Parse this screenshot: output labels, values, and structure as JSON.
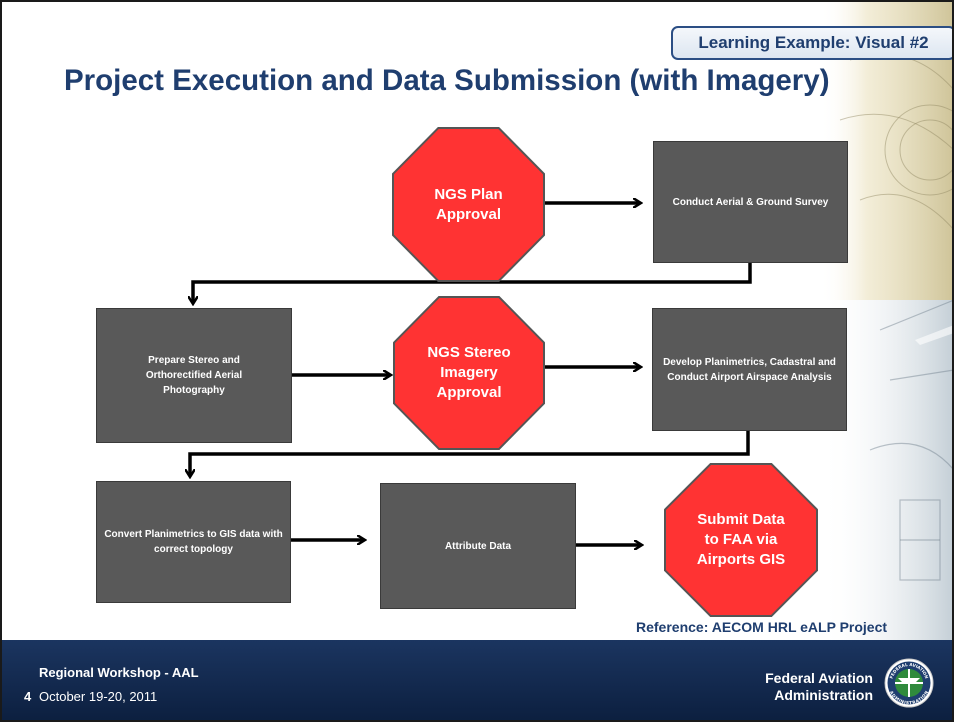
{
  "tag": "Learning Example: Visual #2",
  "title": "Project Execution and Data Submission (with Imagery)",
  "nodes": {
    "ngs_plan": "NGS Plan Approval",
    "conduct_survey": "Conduct Aerial & Ground Survey",
    "prepare_stereo": "Prepare Stereo and Orthorectified Aerial Photography",
    "ngs_stereo": "NGS Stereo Imagery Approval",
    "develop_planimetrics": "Develop Planimetrics, Cadastral and Conduct Airport Airspace Analysis",
    "convert_gis": "Convert Planimetrics to GIS data with correct topology",
    "attribute_data": "Attribute Data",
    "submit_data": "Submit Data to FAA via Airports GIS"
  },
  "reference": "Reference: AECOM HRL eALP Project",
  "footer": {
    "page_number": "4",
    "workshop": "Regional Workshop - AAL",
    "dates": "October 19-20, 2011",
    "org_line1": "Federal Aviation",
    "org_line2": "Administration",
    "seal_top": "FEDERAL AVIATION",
    "seal_bottom": "ADMINISTRATION"
  },
  "colors": {
    "title_blue": "#1f3e6f",
    "stop_red": "#ff3333",
    "process_gray": "#595959",
    "footer_navy": "#12294f"
  }
}
